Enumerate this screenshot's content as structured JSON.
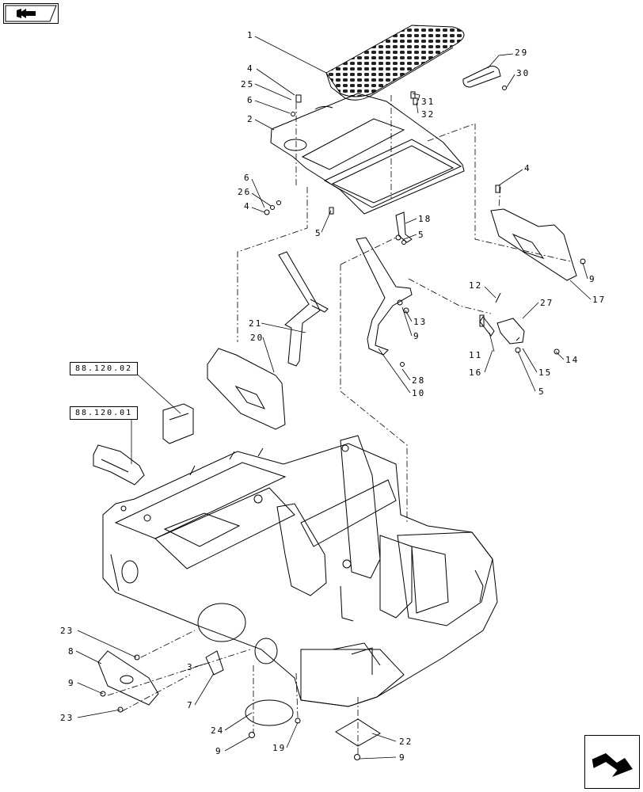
{
  "nav": {
    "prev_icon": "page-back-arrow-icon",
    "next_icon": "page-forward-arrow-icon"
  },
  "references": [
    "88.120.02",
    "88.120.01"
  ],
  "callouts": {
    "c1": "1",
    "c2": "2",
    "c3": "3",
    "c4a": "4",
    "c4b": "4",
    "c4c": "4",
    "c5a": "5",
    "c5b": "5",
    "c5c": "5",
    "c6a": "6",
    "c6b": "6",
    "c7": "7",
    "c8": "8",
    "c9a": "9",
    "c9b": "9",
    "c9c": "9",
    "c9d": "9",
    "c9e": "9",
    "c10": "10",
    "c11": "11",
    "c12": "12",
    "c13": "13",
    "c14": "14",
    "c15": "15",
    "c16": "16",
    "c17": "17",
    "c18": "18",
    "c19": "19",
    "c20": "20",
    "c21": "21",
    "c22": "22",
    "c23a": "23",
    "c23b": "23",
    "c24": "24",
    "c25": "25",
    "c26": "26",
    "c27": "27",
    "c28": "28",
    "c29": "29",
    "c30": "30",
    "c31": "31",
    "c32": "32"
  }
}
